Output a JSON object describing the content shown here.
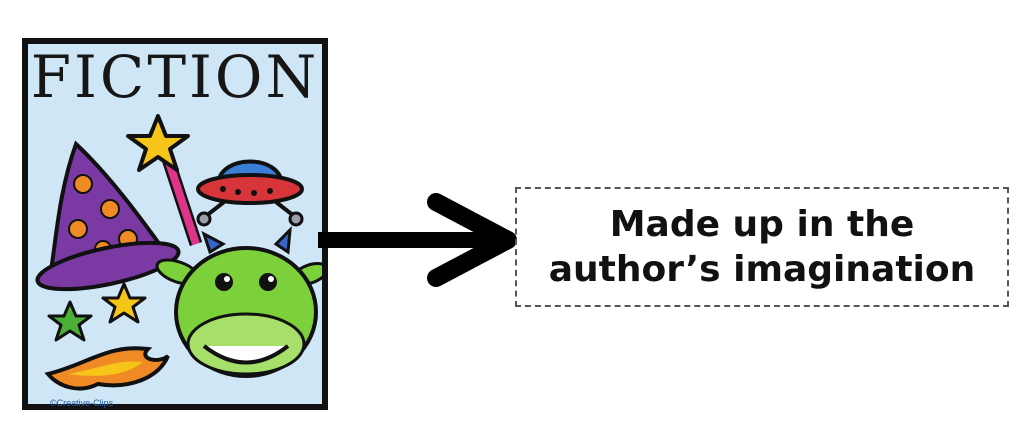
{
  "poster": {
    "title": "FICTION",
    "credit": "©Creative-Clips",
    "background_color": "#cfe6f6",
    "icons": [
      "wizard-hat-icon",
      "magic-wand-icon",
      "ufo-icon",
      "dragon-face-icon",
      "stars-icon",
      "fireball-icon"
    ]
  },
  "arrow": {
    "color": "#000000"
  },
  "definition": {
    "line1": "Made up in the",
    "line2": "author’s imagination"
  }
}
